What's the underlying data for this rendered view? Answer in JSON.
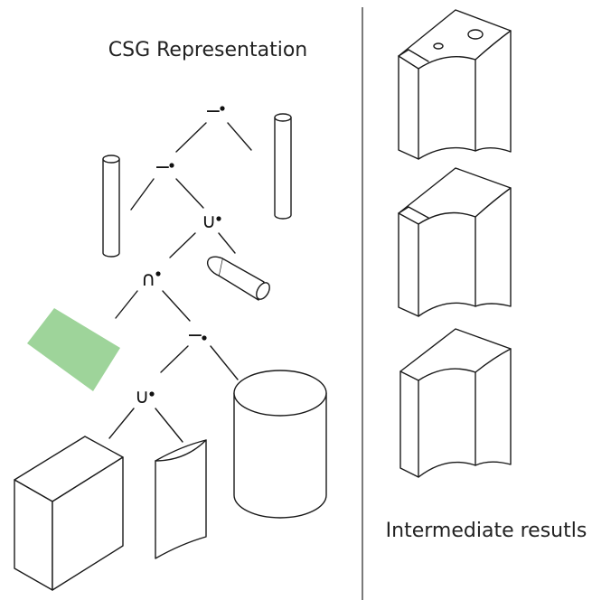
{
  "csg_panel": {
    "title": "CSG Representation",
    "operators": [
      {
        "id": "root",
        "symbol": "−"
      },
      {
        "id": "op2",
        "symbol": "−"
      },
      {
        "id": "op3",
        "symbol": "∪"
      },
      {
        "id": "op4",
        "symbol": "∩"
      },
      {
        "id": "op5",
        "symbol": "−"
      },
      {
        "id": "op6",
        "symbol": "∪"
      }
    ],
    "highlight_color": "#9ed49a"
  },
  "results_panel": {
    "title": "Intermediate resutls"
  }
}
